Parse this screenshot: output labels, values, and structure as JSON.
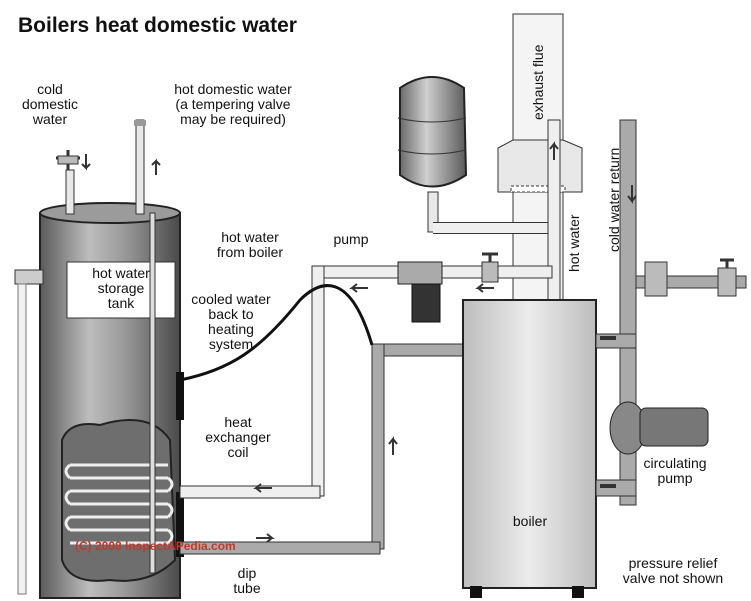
{
  "title": "Boilers heat domestic water",
  "labels": {
    "cold_domestic_water": [
      "cold",
      "domestic",
      "water"
    ],
    "hot_domestic_water": [
      "hot domestic water",
      "(a tempering valve",
      "may be required)"
    ],
    "hot_water_storage_tank": [
      "hot water",
      "storage",
      "tank"
    ],
    "hot_water_from_boiler": [
      "hot water",
      "from boiler"
    ],
    "pump": "pump",
    "cooled_water": [
      "cooled water",
      "back to",
      "heating",
      "system"
    ],
    "heat_exchanger_coil": [
      "heat",
      "exchanger",
      "coil"
    ],
    "dip_tube": [
      "dip",
      "tube"
    ],
    "exhaust_flue": "exhaust flue",
    "hot_water_vertical": "hot water",
    "cold_water_return": "cold water return",
    "circulating_pump": [
      "circulating",
      "pump"
    ],
    "boiler": "boiler",
    "pressure_relief": [
      "pressure relief",
      "valve not shown"
    ]
  },
  "copyright": "(C) 2008 InspectAPedia.com",
  "colors": {
    "tank": "#8a8a8a",
    "pipe": "#e8e8e8",
    "boiler": "#d9d9d9",
    "copyright": "#c0392b"
  }
}
